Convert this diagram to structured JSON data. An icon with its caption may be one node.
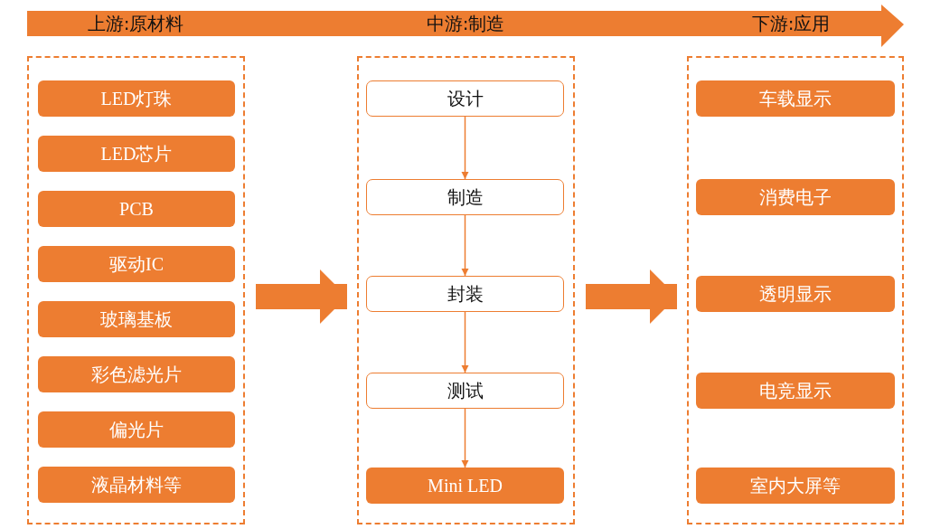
{
  "diagram": {
    "nodes": [
      {
        "text": [
          "上游:原材料",
          "中游:制造",
          "下游:应用"
        ]
      },
      {
        "text": [],
        "shape": "box"
      },
      {
        "text": [
          "LED灯珠"
        ],
        "in": 1
      },
      {
        "text": [
          "LED芯片"
        ],
        "in": 1
      },
      {
        "text": [
          "PCB"
        ],
        "in": 1
      },
      {
        "text": [
          "驱动IC"
        ],
        "in": 1
      },
      {
        "text": [
          "玻璃基板"
        ],
        "in": 1
      },
      {
        "text": [
          "彩色滤光片"
        ],
        "in": 1
      },
      {
        "text": [
          "偏光片"
        ],
        "in": 1
      },
      {
        "text": [
          "液晶材料等"
        ],
        "in": 1
      },
      {
        "text": [],
        "shape": "box"
      },
      {
        "text": [
          "设计"
        ],
        "in": 10
      },
      {
        "text": [
          "制造"
        ],
        "in": 10
      },
      {
        "text": [
          "封装"
        ],
        "in": 10
      },
      {
        "text": [
          "测试"
        ],
        "in": 10
      },
      {
        "text": [
          "Mini LED"
        ],
        "in": 10
      },
      {
        "text": [],
        "shape": "box"
      },
      {
        "text": [
          "车载显示"
        ],
        "in": 16
      },
      {
        "text": [
          "消费电子"
        ],
        "in": 16
      },
      {
        "text": [
          "透明显示"
        ],
        "in": 16
      },
      {
        "text": [
          "电竞显示"
        ],
        "in": 16
      },
      {
        "text": [
          "室内大屏等"
        ],
        "in": 16
      }
    ],
    "edges": [
      {
        "from": 1,
        "to": 10,
        "arrow": "to",
        "style": "thick"
      },
      {
        "from": 10,
        "to": 16,
        "arrow": "to",
        "style": "thick"
      },
      {
        "from": 11,
        "to": 12,
        "arrow": "to"
      },
      {
        "from": 12,
        "to": 13,
        "arrow": "to"
      },
      {
        "from": 13,
        "to": 14,
        "arrow": "to"
      },
      {
        "from": 14,
        "to": 15,
        "arrow": "to"
      }
    ]
  }
}
